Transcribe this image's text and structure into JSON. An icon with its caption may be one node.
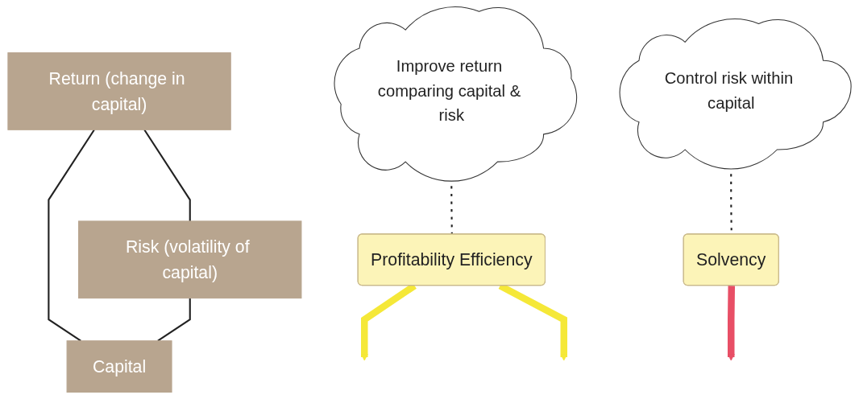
{
  "diagram": {
    "nodes": [
      {
        "text": [
          "Return (change in capital)"
        ]
      },
      {
        "text": [
          "Improve return comparing capital & risk"
        ]
      },
      {
        "text": [
          "Control risk within capital"
        ]
      },
      {
        "text": [
          "Profitability Efficiency"
        ]
      },
      {
        "text": [
          "Solvency"
        ]
      },
      {
        "text": [
          "Risk (volatility of capital)"
        ]
      },
      {
        "text": [
          "Capital"
        ]
      }
    ],
    "edges": [
      {
        "from": 0,
        "to": 5,
        "arrow": "none"
      },
      {
        "from": 0,
        "to": 6,
        "arrow": "none"
      },
      {
        "from": 5,
        "to": 6,
        "arrow": "none"
      },
      {
        "from": 1,
        "to": 3,
        "arrow": "none",
        "style": "dashed"
      },
      {
        "from": 2,
        "to": 4,
        "arrow": "none",
        "style": "dashed"
      },
      {
        "from": 3,
        "to": null,
        "arrow": "to",
        "style": "thick",
        "color": "#f5e838"
      },
      {
        "from": 3,
        "to": null,
        "arrow": "to",
        "style": "thick",
        "color": "#f5e838"
      },
      {
        "from": 4,
        "to": null,
        "arrow": "to",
        "style": "thick",
        "color": "#e84f66"
      }
    ]
  }
}
